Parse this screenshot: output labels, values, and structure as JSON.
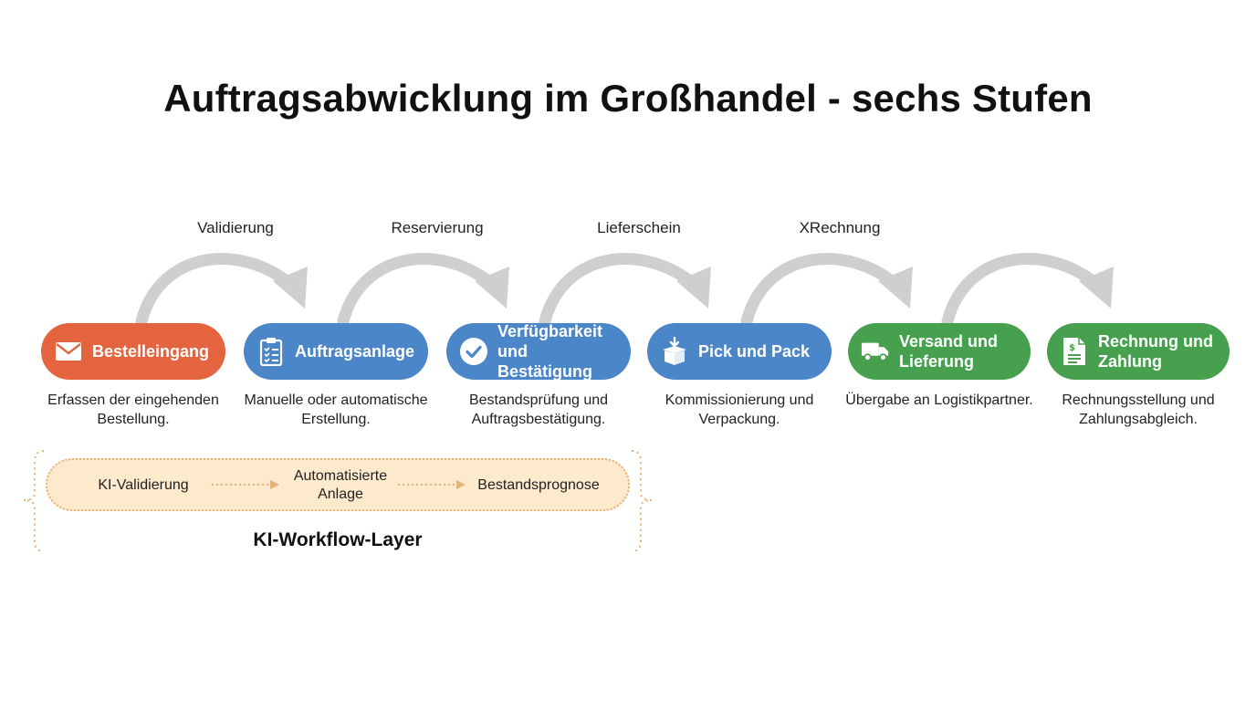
{
  "title": "Auftragsabwicklung im Großhandel - sechs Stufen",
  "transitions": [
    "Validierung",
    "Reservierung",
    "Lieferschein",
    "XRechnung"
  ],
  "stages": [
    {
      "icon": "envelope-icon",
      "label": "Bestelleingang",
      "description": "Erfassen der eingehenden Bestellung.",
      "color": "#e3643f"
    },
    {
      "icon": "clipboard-checklist-icon",
      "label": "Auftragsanlage",
      "description": "Manuelle oder automatische Erstellung.",
      "color": "#4a86c8"
    },
    {
      "icon": "check-circle-icon",
      "label": "Verfügbarkeit und Bestätigung",
      "description": "Bestandsprüfung und Auftragsbestätigung.",
      "color": "#4a86c8"
    },
    {
      "icon": "open-box-icon",
      "label": "Pick und Pack",
      "description": "Kommissionierung und Verpackung.",
      "color": "#4a86c8"
    },
    {
      "icon": "truck-icon",
      "label": "Versand und Lieferung",
      "description": "Übergabe an Logistikpartner.",
      "color": "#46a04e"
    },
    {
      "icon": "invoice-dollar-icon",
      "label": "Rechnung und Zahlung",
      "description": "Rechnungsstellung und Zahlungsabgleich.",
      "color": "#46a04e"
    }
  ],
  "ai_layer": {
    "label": "KI-Workflow-Layer",
    "steps": [
      "KI-Validierung",
      "Automatisierte Anlage",
      "Bestandsprognose"
    ],
    "fill_color": "#fde9cc",
    "border_color": "#e5b37a"
  },
  "arrow_color": "#cfcfcf"
}
